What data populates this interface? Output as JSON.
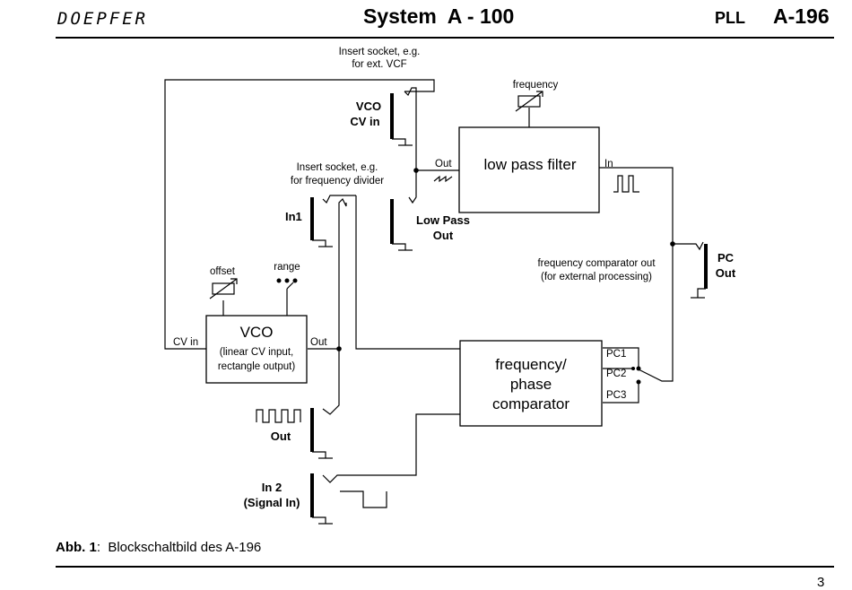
{
  "header": {
    "brand": "DOEPFER",
    "title": "System  A - 100",
    "subtitle": "PLL",
    "model": "A-196"
  },
  "diagram": {
    "insert_vcf": [
      "Insert socket, e.g.",
      "for ext. VCF"
    ],
    "vco_cv_in": [
      "VCO",
      "CV in"
    ],
    "frequency_pot": "frequency",
    "lpf_out_label": "Out",
    "lpf_title": "low pass filter",
    "lpf_in_label": "In",
    "insert_divider": [
      "Insert socket, e.g.",
      "for frequency divider"
    ],
    "in1": "In1",
    "low_pass_out": [
      "Low Pass",
      "Out"
    ],
    "pc_out": [
      "PC",
      "Out"
    ],
    "comp_out_note": [
      "frequency comparator out",
      "(for external processing)"
    ],
    "offset": "offset",
    "range": "range",
    "vco_title": "VCO",
    "vco_sub": [
      "(linear CV input,",
      "rectangle output)"
    ],
    "vco_cv_label": "CV in",
    "vco_out_label": "Out",
    "comparator": [
      "frequency/",
      "phase",
      "comparator"
    ],
    "pc1": "PC1",
    "pc2": "PC2",
    "pc3": "PC3",
    "out": "Out",
    "in2": [
      "In 2",
      "(Signal In)"
    ]
  },
  "caption": {
    "label": "Abb. 1",
    "text": ":  Blockschaltbild des A-196"
  },
  "footer": {
    "page": "3"
  }
}
